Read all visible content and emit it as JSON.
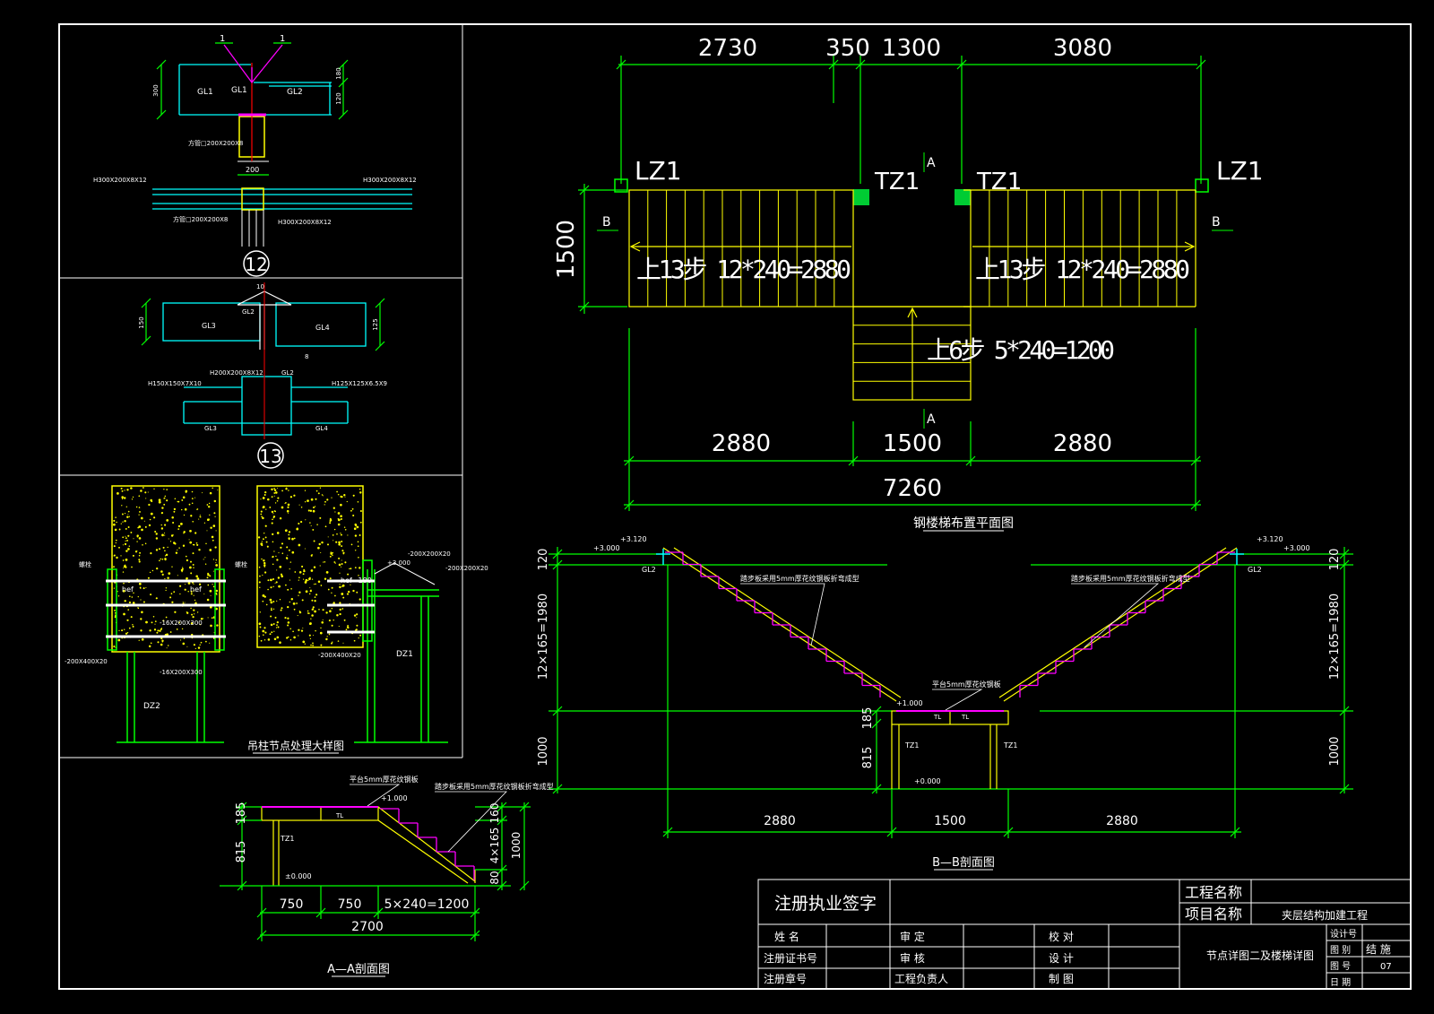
{
  "plan": {
    "title": "钢楼梯布置平面图",
    "top_dims": [
      "2730",
      "350",
      "1300",
      "3080"
    ],
    "columns": {
      "lz1_left": "LZ1",
      "tz1_left": "TZ1",
      "tz1_right": "TZ1",
      "lz1_right": "LZ1"
    },
    "section_marks": {
      "a_top": "A",
      "a_bottom": "A",
      "b_left": "B",
      "b_right": "B"
    },
    "left_dim": "1500",
    "flight_left": "上13步 12*240=2880",
    "flight_right": "上13步 12*240=2880",
    "flight_center": "上6步 5*240=1200",
    "bottom_dims": [
      "2880",
      "1500",
      "2880"
    ],
    "total_dim": "7260"
  },
  "section_bb": {
    "title": "B—B剖面图",
    "left_dims": [
      "120",
      "12×165=1980",
      "1000"
    ],
    "right_dims": [
      "120",
      "12×165=1980",
      "1000"
    ],
    "mid_dims": [
      "185",
      "815"
    ],
    "bottom_dims": [
      "2880",
      "1500",
      "2880"
    ],
    "elev_left_top": "+3.120",
    "elev_left_top2": "+3.000",
    "elev_right_top": "+3.120",
    "elev_right_top2": "+3.000",
    "elev_mid": "+1.000",
    "elev_ground": "+0.000",
    "note_left": "踏步板采用5mm厚花纹钢板折弯成型",
    "note_right": "踏步板采用5mm厚花纹钢板折弯成型",
    "note_mid": "平台5mm厚花纹钢板",
    "labels": {
      "gl2_left": "GL2",
      "gl2_right": "GL2",
      "tz1_left": "TZ1",
      "tz1_right": "TZ1",
      "tl_left": "TL",
      "tl_right": "TL"
    }
  },
  "section_aa": {
    "title": "A—A剖面图",
    "dims_bottom": [
      "750",
      "750",
      "5×240=1200"
    ],
    "total": "2700",
    "left_dims": [
      "185",
      "815"
    ],
    "right_dims": [
      "160",
      "4×165",
      "1000",
      "80"
    ],
    "elev_top": "+1.000",
    "elev_base": "±0.000",
    "note_top": "平台5mm厚花纹钢板",
    "note_step": "踏步板采用5mm厚花纹钢板折弯成型",
    "label_tz": "TZ1",
    "label_tl": "TL"
  },
  "detail12": {
    "num": "12",
    "labels": {
      "gl1a": "GL1",
      "gl1b": "GL1",
      "gl2": "GL2",
      "sec_l": "1",
      "sec_r": "1",
      "w200": "200",
      "h_left": "H300X200X8X12",
      "h_right": "H300X200X8X12",
      "h_bot": "H300X200X8X12",
      "pipe1": "方管□200X200X8",
      "pipe2": "方管□200X200X8",
      "d300": "300",
      "d180": "180",
      "d120": "120"
    }
  },
  "detail13": {
    "num": "13",
    "labels": {
      "gl3a": "GL3",
      "gl4a": "GL4",
      "gl2a": "GL2",
      "gl2b": "GL2",
      "gl3b": "GL3",
      "gl4b": "GL4",
      "h_top": "H200X200X8X12",
      "h_left": "H150X150X7X10",
      "h_right": "H125X125X6.5X9",
      "d150": "150",
      "d125": "125",
      "w10": "10",
      "w8": "8"
    }
  },
  "column_detail": {
    "title": "吊柱节点处理大样图",
    "labels": {
      "dz2": "DZ2",
      "dz1": "DZ1",
      "bolt_l": "螺栓",
      "bolt_r": "螺栓",
      "hef1": "hef",
      "hef2": "hef",
      "hef3": "hef=180",
      "plate1": "-200X400X20",
      "plate2": "-200X400X20",
      "plate3": "-200X200X20",
      "plate4": "-200X200X20",
      "pl_a": "-16X200X300",
      "pl_b": "-16X200X300",
      "dim1": "+3.000"
    }
  },
  "title_block": {
    "reg_sign": "注册执业签字",
    "project_name_label": "工程名称",
    "item_name_label": "项目名称",
    "item_name_value": "夹层结构加建工程",
    "name_label": "姓    名",
    "cert_label": "注册证书号",
    "seal_label": "注册章号",
    "approve": "审    定",
    "review": "审    核",
    "pm": "工程负责人",
    "check": "校    对",
    "design": "设    计",
    "draw": "制    图",
    "drawing_title": "节点详图二及楼梯详图",
    "design_no_label": "设计号",
    "drawing_cat_label": "图    别",
    "drawing_cat_value": "结 施",
    "drawing_no_label": "图    号",
    "drawing_no_value": "07",
    "date_label": "日    期"
  },
  "colors": {
    "green": "#00ff00",
    "yellow": "#ffff00",
    "cyan": "#00ffff",
    "magenta": "#ff00ff",
    "white": "#ffffff",
    "red": "#ff0000"
  }
}
